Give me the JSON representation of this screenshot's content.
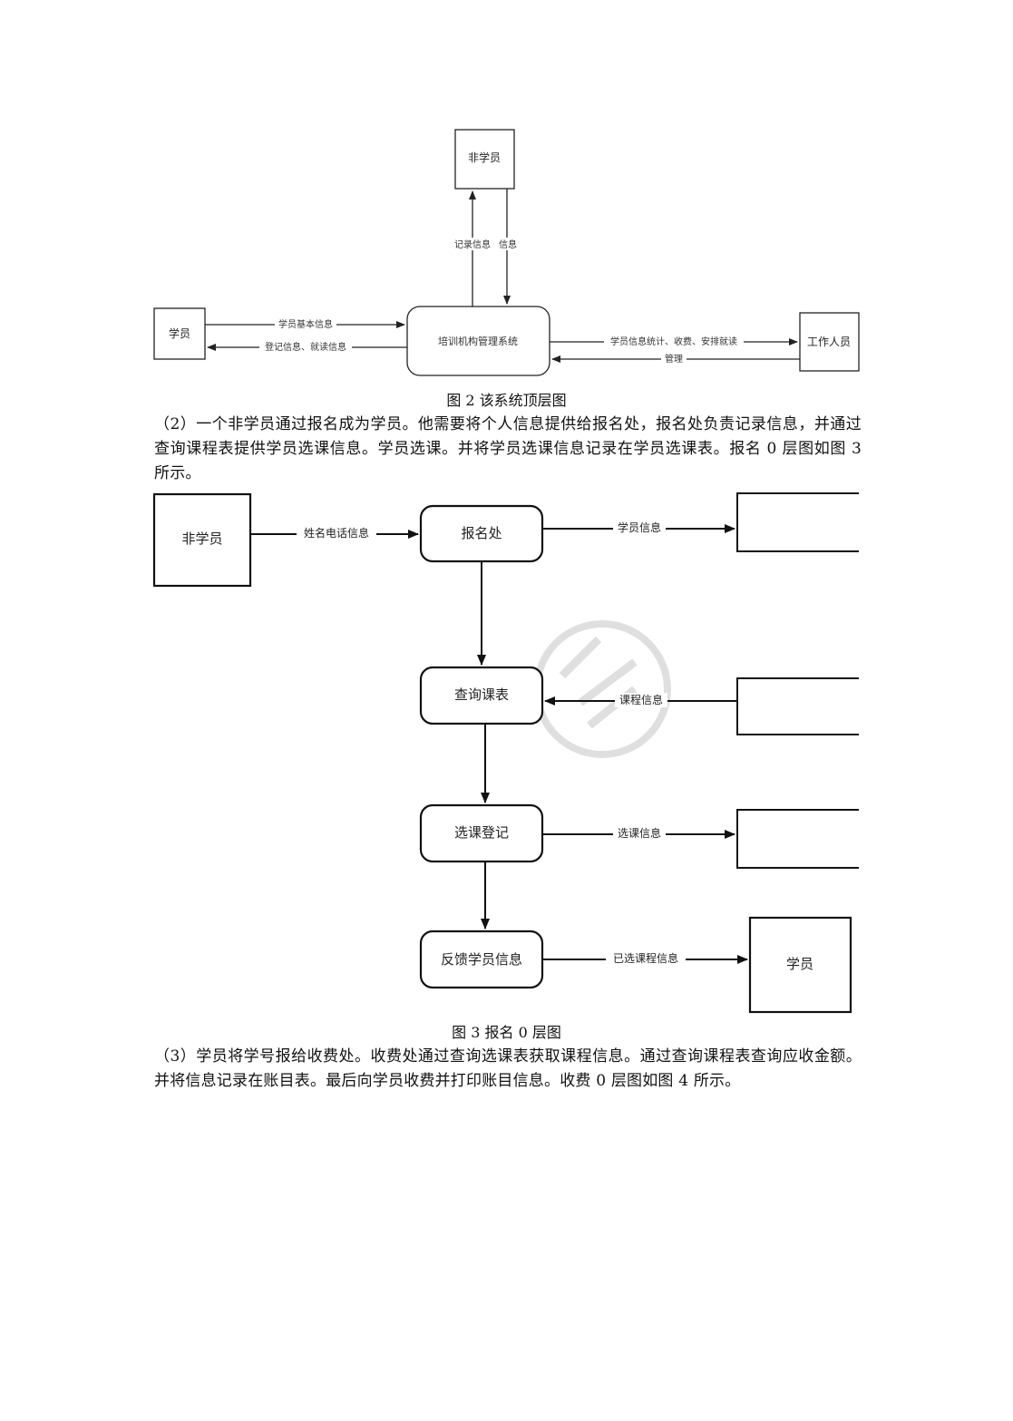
{
  "figure2": {
    "nodes": {
      "non_student": "非学员",
      "student": "学员",
      "system": "培训机构管理系统",
      "staff": "工作人员"
    },
    "flows": {
      "record_info": "记录信息",
      "info": "信息",
      "student_basic_info": "学员基本信息",
      "registration_info": "登记信息、就读信息",
      "stats_fees": "学员信息统计、收费、安排就读",
      "management": "管理"
    },
    "caption": "图 2  该系统顶层图"
  },
  "paragraph2": "（2）一个非学员通过报名成为学员。他需要将个人信息提供给报名处，报名处负责记录信息，并通过查询课程表提供学员选课信息。学员选课。并将学员选课信息记录在学员选课表。报名 0 层图如图 3 所示。",
  "figure3": {
    "nodes": {
      "non_student": "非学员",
      "registration": "报名处",
      "query_schedule": "查询课表",
      "course_register": "选课登记",
      "feedback": "反馈学员信息",
      "student": "学员"
    },
    "flows": {
      "name_phone": "姓名电话信息",
      "student_info": "学员信息",
      "course_info": "课程信息",
      "selection_info": "选课信息",
      "selected_courses": "已选课程信息"
    },
    "caption": "图 3  报名 0 层图"
  },
  "paragraph3": "（3）学员将学号报给收费处。收费处通过查询选课表获取课程信息。通过查询课程表查询应收金额。并将信息记录在账目表。最后向学员收费并打印账目信息。收费 0 层图如图 4 所示。"
}
